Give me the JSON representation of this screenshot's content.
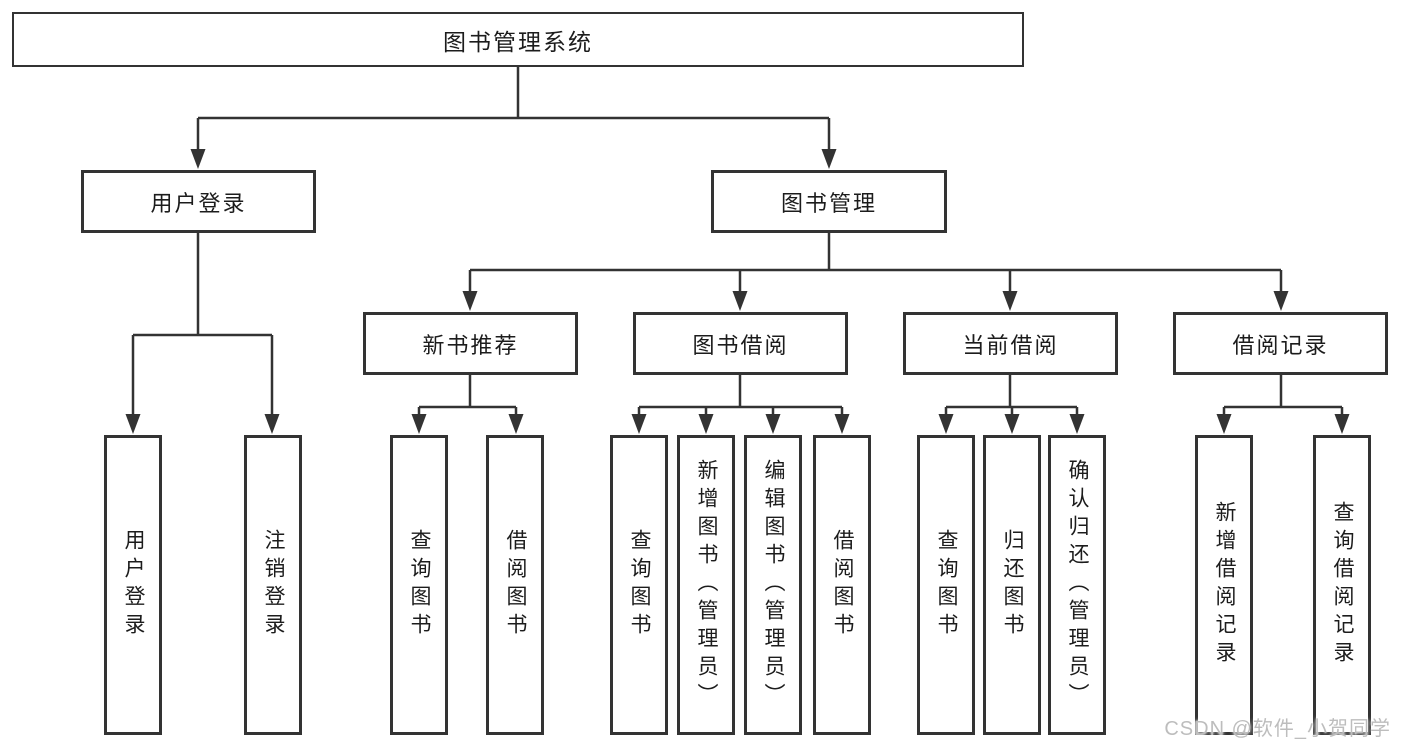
{
  "diagram_title": "图书管理系统",
  "tree": {
    "root": "图书管理系统",
    "branches": [
      {
        "label": "用户登录",
        "children": [
          "用户登录",
          "注销登录"
        ]
      },
      {
        "label": "图书管理",
        "groups": [
          {
            "label": "新书推荐",
            "children": [
              "查询图书",
              "借阅图书"
            ]
          },
          {
            "label": "图书借阅",
            "children": [
              "查询图书",
              "新增图书（管理员）",
              "编辑图书（管理员）",
              "借阅图书"
            ]
          },
          {
            "label": "当前借阅",
            "children": [
              "查询图书",
              "归还图书",
              "确认归还（管理员）"
            ]
          },
          {
            "label": "借阅记录",
            "children": [
              "新增借阅记录",
              "查询借阅记录"
            ]
          }
        ]
      }
    ]
  },
  "watermark": "CSDN @软件_小贺同学",
  "colors": {
    "line": "#333333",
    "box_background": "#ffffff",
    "text": "#1c1c1c",
    "watermark": "#bdbdbd"
  }
}
